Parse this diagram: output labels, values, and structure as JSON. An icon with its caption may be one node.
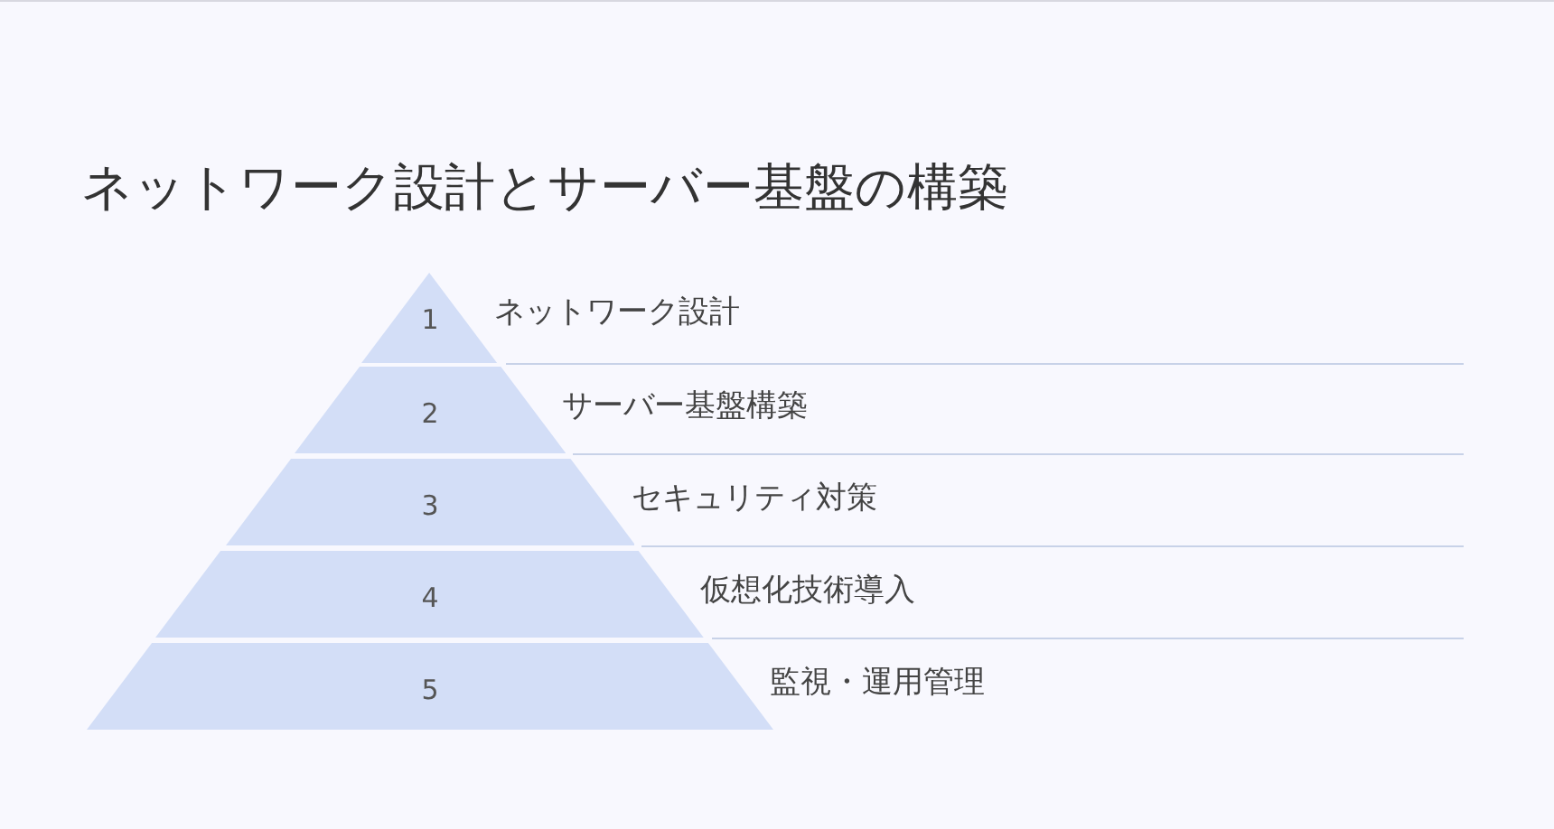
{
  "diagram": {
    "title": "ネットワーク設計とサーバー基盤の構築",
    "nodes": [
      {
        "text": [
          "1"
        ],
        "beside": [
          "ネットワーク設計"
        ]
      },
      {
        "text": [
          "2"
        ],
        "beside": [
          "サーバー基盤構築"
        ]
      },
      {
        "text": [
          "3"
        ],
        "beside": [
          "セキュリティ対策"
        ]
      },
      {
        "text": [
          "4"
        ],
        "beside": [
          "仮想化技術導入"
        ]
      },
      {
        "text": [
          "5"
        ],
        "beside": [
          "監視・運用管理"
        ]
      }
    ]
  }
}
